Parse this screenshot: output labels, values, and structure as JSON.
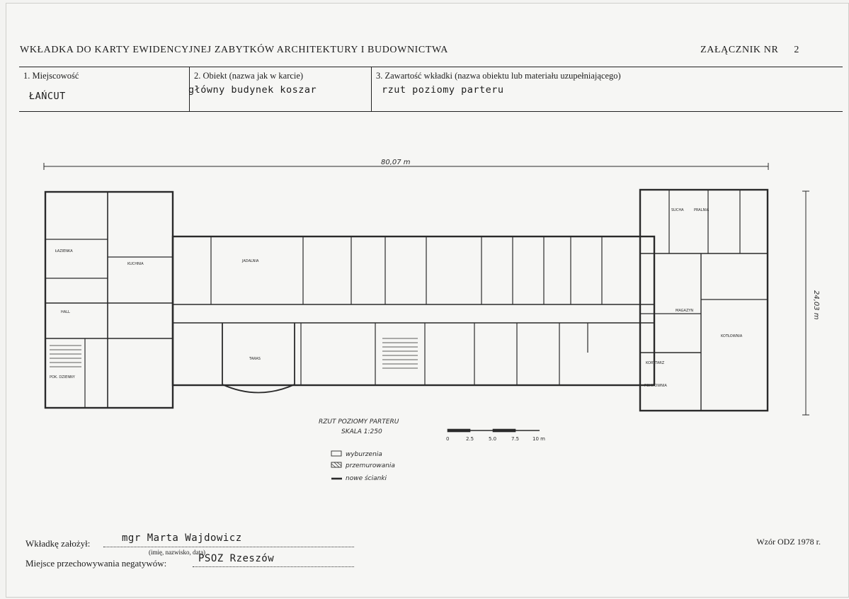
{
  "header": {
    "title": "WKŁADKA DO KARTY EWIDENCYJNEJ ZABYTKÓW ARCHITEKTURY I BUDOWNICTWA",
    "annex_label": "ZAŁĄCZNIK NR",
    "annex_number": "2"
  },
  "fields": {
    "locality_label": "1. Miejscowość",
    "locality_value": "ŁAŃCUT",
    "object_label": "2. Obiekt (nazwa jak w karcie)",
    "object_value": "główny budynek koszar",
    "content_label": "3. Zawartość wkładki (nazwa obiektu lub materiału uzupełniającego)",
    "content_value": "rzut poziomy parteru"
  },
  "plan": {
    "width_dim": "80,07 m",
    "height_dim": "24,03 m",
    "caption_line1": "RZUT POZIOMY PARTERU",
    "caption_line2": "SKALA 1:250",
    "scale_ticks": [
      "0",
      "2.5",
      "5.0",
      "7.5",
      "10 m"
    ],
    "legend": {
      "item1": "wyburzenia",
      "item2": "przemurowania",
      "item3": "nowe ścianki"
    },
    "rooms": {
      "pokoj_dziennny": "POK. DZIENNY",
      "kuchnia": "KUCHNIA",
      "jadalnia": "JADALNIA",
      "taras": "TARAS",
      "hall": "HALL",
      "magazyn": "MAGAZYN",
      "kotlownia": "KOTŁOWNIA",
      "pompownia": "POMPOWNIA",
      "pralnia": "PRALNIA",
      "suszarnia": "SUCHA",
      "lazienka": "ŁAZIENKA",
      "korytarz": "KORYTARZ"
    }
  },
  "footer": {
    "founder_label": "Wkładkę założył:",
    "founder_value": "mgr Marta Wajdowicz",
    "founder_hint": "(imię, nazwisko, data)",
    "storage_label": "Miejsce przechowywania negatywów:",
    "storage_value": "PSOZ Rzeszów",
    "form_ref": "Wzór ODZ 1978 r."
  }
}
